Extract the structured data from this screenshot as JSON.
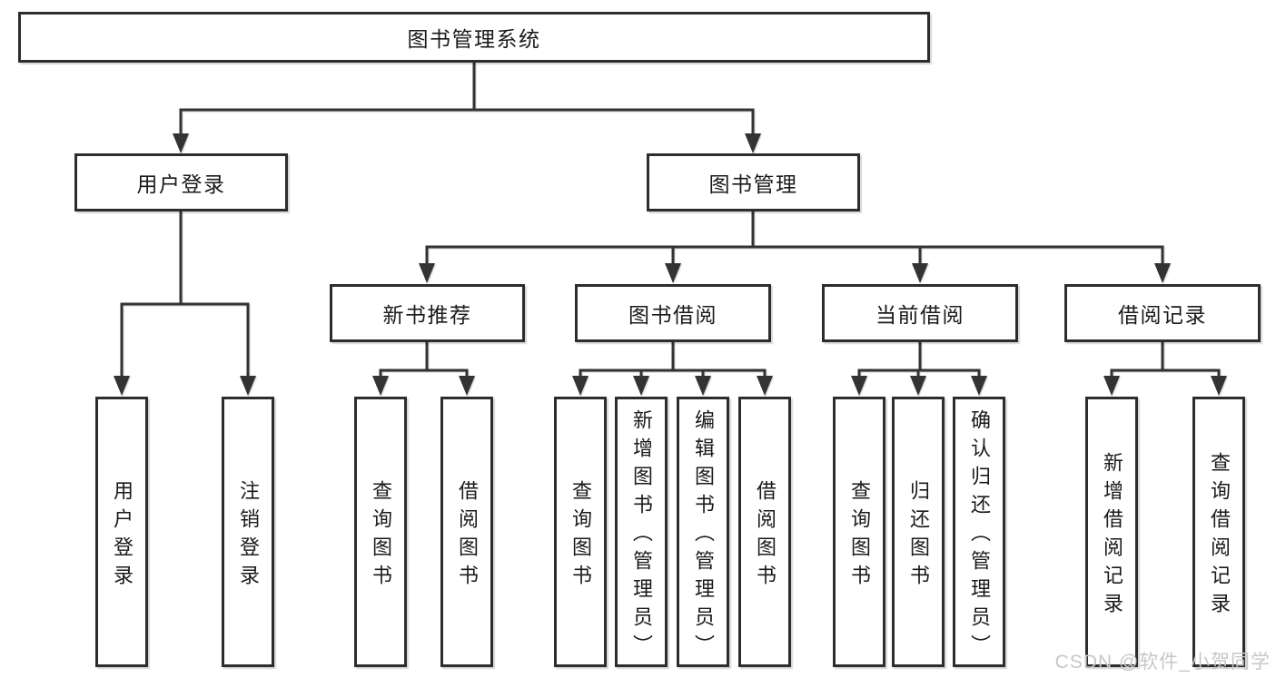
{
  "diagram": {
    "root": {
      "label": "图书管理系统"
    },
    "branches": [
      {
        "label": "用户登录",
        "children": [
          {
            "label": "用户登录"
          },
          {
            "label": "注销登录"
          }
        ]
      },
      {
        "label": "图书管理",
        "sections": [
          {
            "label": "新书推荐",
            "children": [
              {
                "label": "查询图书"
              },
              {
                "label": "借阅图书"
              }
            ]
          },
          {
            "label": "图书借阅",
            "children": [
              {
                "label": "查询图书"
              },
              {
                "label": "新增图书（管理员）"
              },
              {
                "label": "编辑图书（管理员）"
              },
              {
                "label": "借阅图书"
              }
            ]
          },
          {
            "label": "当前借阅",
            "children": [
              {
                "label": "查询图书"
              },
              {
                "label": "归还图书"
              },
              {
                "label": "确认归还（管理员）"
              }
            ]
          },
          {
            "label": "借阅记录",
            "children": [
              {
                "label": "新增借阅记录"
              },
              {
                "label": "查询借阅记录"
              }
            ]
          }
        ]
      }
    ]
  },
  "watermark": {
    "text": "CSDN @软件_小贺同学"
  },
  "colors": {
    "line": "#333333",
    "box_border": "#2d2d2d",
    "box_fill": "#ffffff",
    "text": "#1a1a1a",
    "watermark": "#c7c7c7",
    "background": "#ffffff"
  }
}
